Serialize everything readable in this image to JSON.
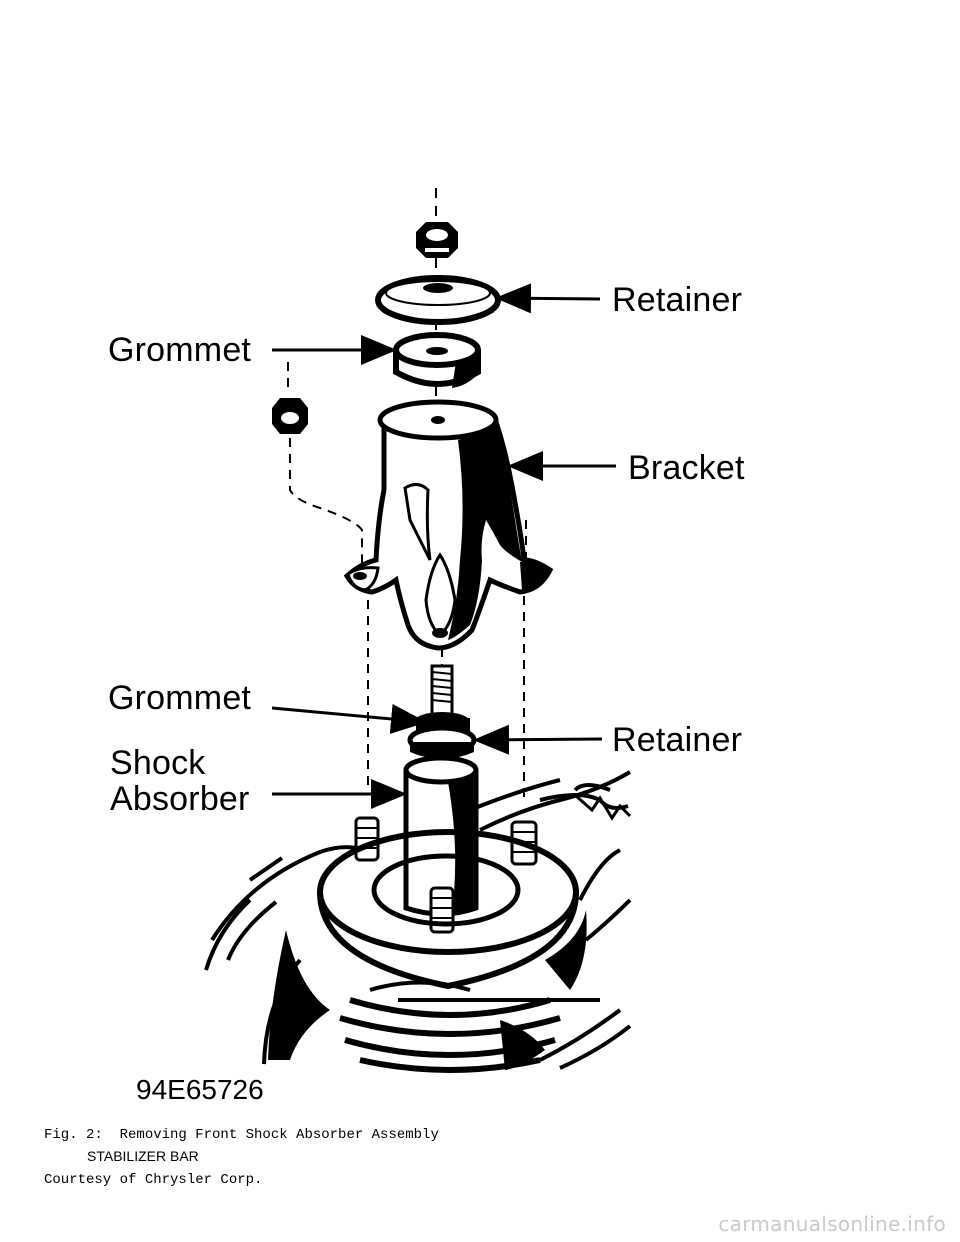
{
  "figure": {
    "callouts": {
      "retainer_top": "Retainer",
      "grommet_top": "Grommet",
      "bracket": "Bracket",
      "grommet_bottom": "Grommet",
      "retainer_bottom": "Retainer",
      "shock_absorber_line1": "Shock",
      "shock_absorber_line2": "Absorber"
    },
    "code": "94E65726"
  },
  "caption": {
    "line1": "Fig. 2:  Removing Front Shock Absorber Assembly",
    "line2": "Courtesy of Chrysler Corp."
  },
  "section_heading": "STABILIZER BAR",
  "watermark": "carmanualsonline.info"
}
